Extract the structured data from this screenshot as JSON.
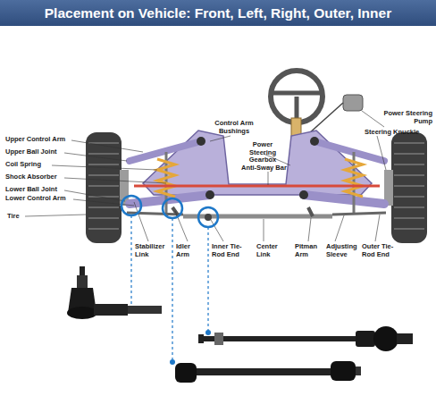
{
  "diagram": {
    "title": "Placement on Vehicle: Front, Left, Right, Outer, Inner",
    "labels": [
      "Upper Control Arm",
      "Upper Ball Joint",
      "Coil Spring",
      "Shock Absorber",
      "Lower Ball Joint",
      "Lower Control Arm",
      "Tire",
      "Control Arm Bushings",
      "Power Steering Gearbox",
      "Anti-Sway Bar",
      "Power Steering Pump",
      "Steering Knuckle",
      "Stabilizer Link",
      "Idler Arm",
      "Inner Tie-Rod End",
      "Center Link",
      "Pitman Arm",
      "Adjusting Sleeve",
      "Outer Tie-Rod End"
    ]
  }
}
